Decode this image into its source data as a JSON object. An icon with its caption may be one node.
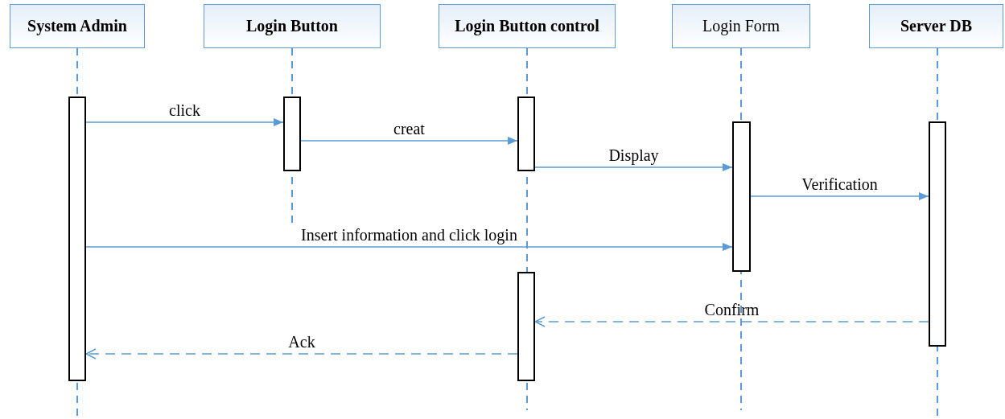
{
  "diagram": {
    "nodes": [
      {
        "text": [
          "System Admin"
        ]
      },
      {
        "text": [
          "Login Button"
        ]
      },
      {
        "text": [
          "Login Button control"
        ]
      },
      {
        "text": [
          "Login Form"
        ]
      },
      {
        "text": [
          "Server DB"
        ]
      },
      {
        "text": [],
        "shape": "bar"
      },
      {
        "text": [],
        "shape": "bar"
      },
      {
        "text": [],
        "shape": "bar"
      },
      {
        "text": [],
        "shape": "bar"
      },
      {
        "text": [],
        "shape": "bar"
      },
      {
        "text": [],
        "shape": "bar"
      }
    ],
    "edges": [
      {
        "from": 5,
        "to": 6,
        "arrow": "to",
        "label": "click"
      },
      {
        "from": 6,
        "to": 7,
        "arrow": "to",
        "label": "creat"
      },
      {
        "from": 7,
        "to": 9,
        "arrow": "to",
        "label": "Display"
      },
      {
        "from": 9,
        "to": 10,
        "arrow": "to",
        "label": "Verification"
      },
      {
        "from": 5,
        "to": 9,
        "arrow": "to",
        "label": "Insert information and click login"
      },
      {
        "from": 10,
        "to": 8,
        "arrow": "to",
        "label": "Confirm",
        "style": "dashed"
      },
      {
        "from": 8,
        "to": 5,
        "arrow": "to",
        "label": "Ack",
        "style": "dashed"
      }
    ]
  }
}
